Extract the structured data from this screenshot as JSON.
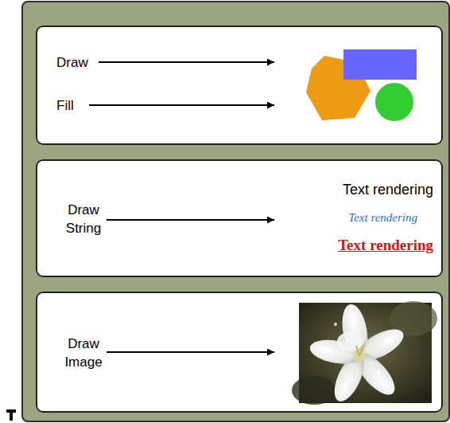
{
  "diagram": {
    "nodes": [
      {
        "text": [
          "Draw",
          "Fill"
        ]
      },
      {
        "text": [
          "Draw String",
          "Text rendering",
          "Text rendering",
          "Text rendering"
        ]
      },
      {
        "text": [
          "Draw Image"
        ]
      }
    ]
  }
}
